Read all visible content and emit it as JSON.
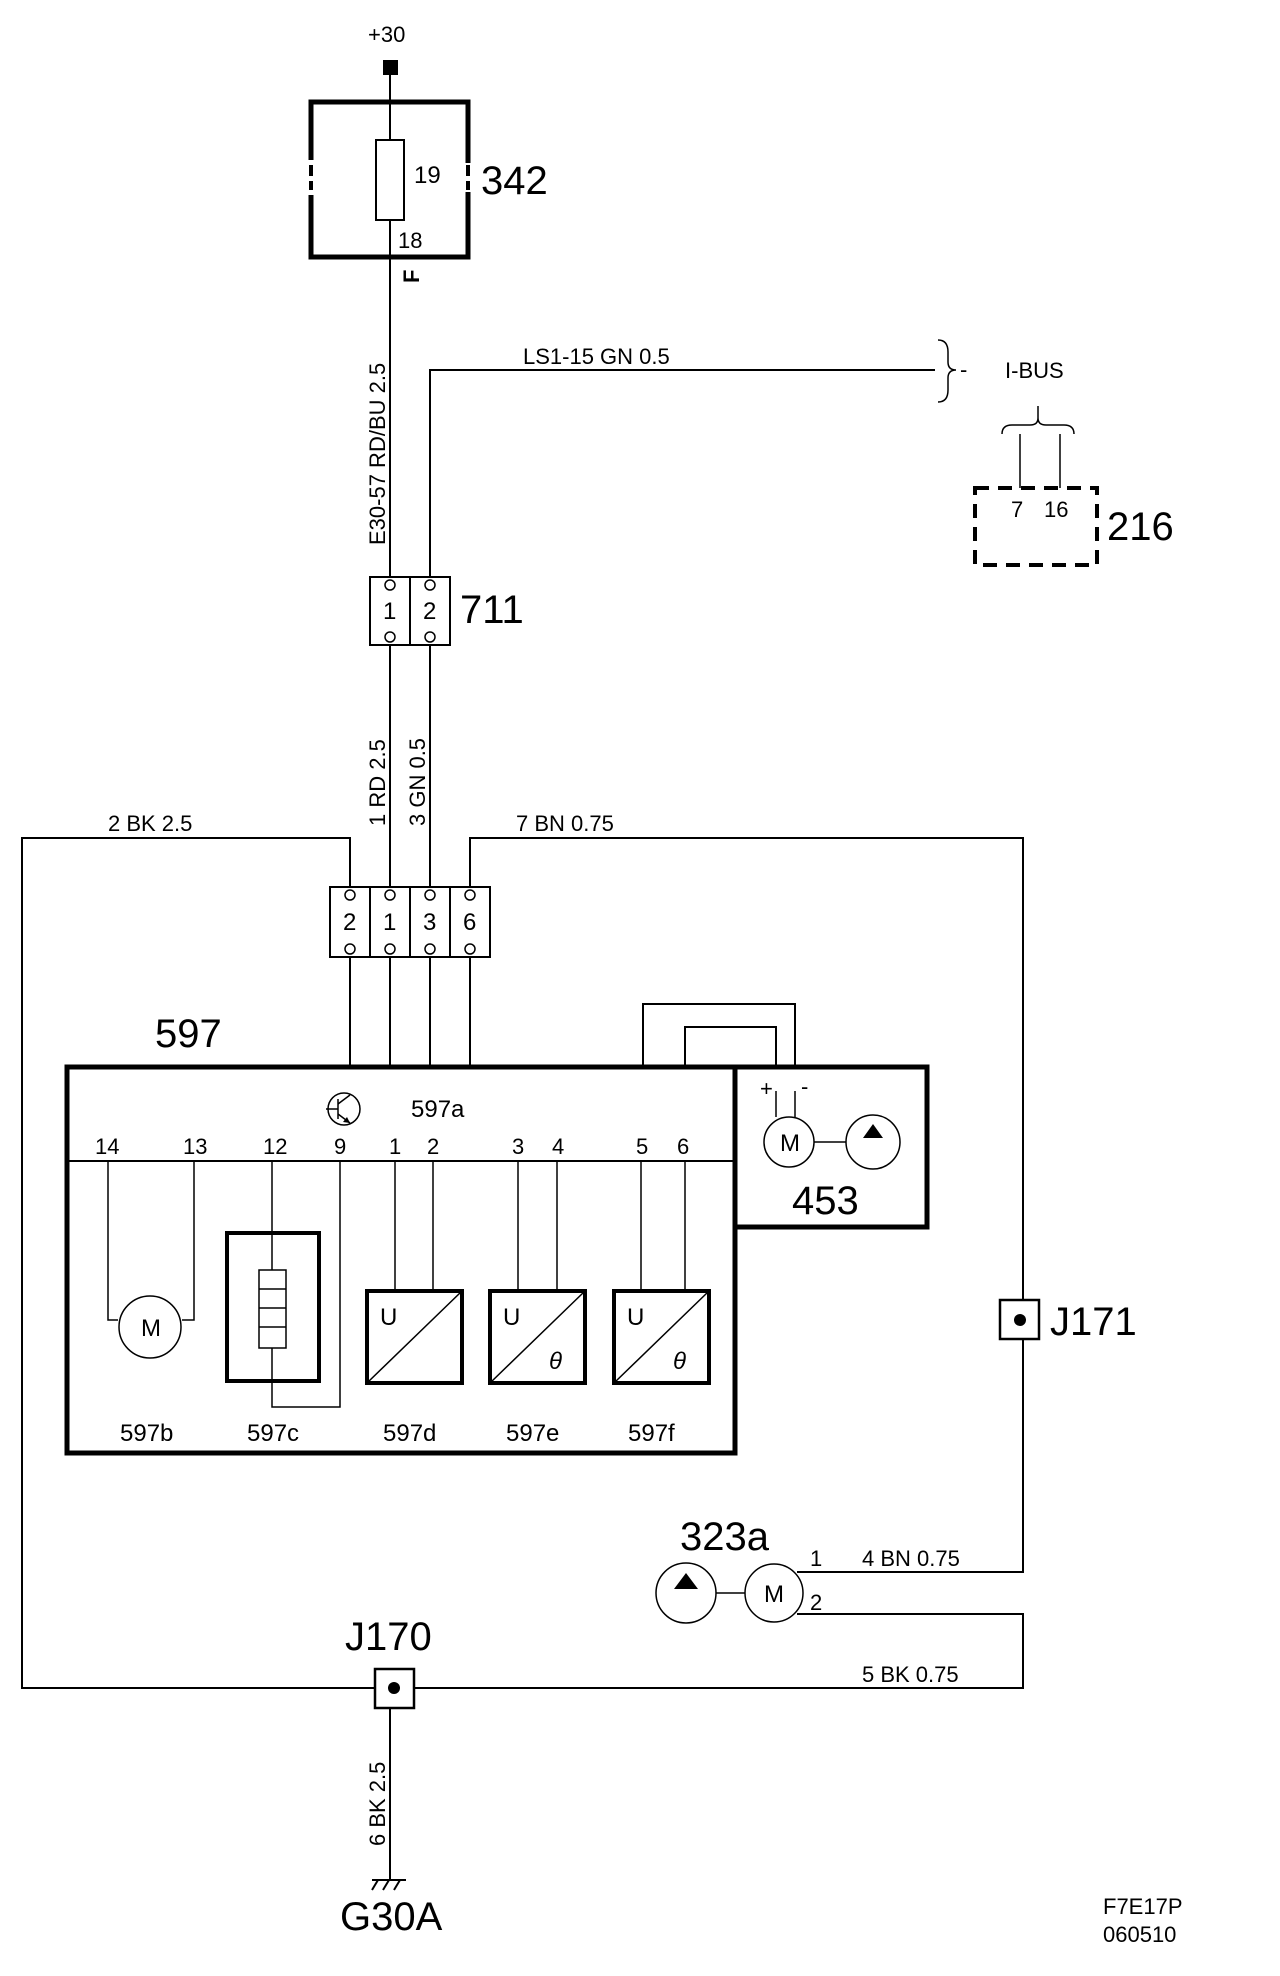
{
  "supply": {
    "label": "+30"
  },
  "fuse_block": {
    "id": "342",
    "fuse_number": "19",
    "pin": "18",
    "fuse_letter": "F"
  },
  "wire_e30": "E30-57  RD/BU  2.5",
  "wire_ls1": "LS1-15  GN   0.5",
  "ibus": {
    "label": "I-BUS",
    "marker": "-"
  },
  "module_216": {
    "id": "216",
    "pins": [
      "7",
      "16"
    ]
  },
  "connector_711": {
    "id": "711",
    "pins": [
      "1",
      "2"
    ]
  },
  "wire_rd": "1   RD  2.5",
  "wire_gn": "3   GN  0.5",
  "wire_bk_left": "2   BK   2.5",
  "wire_bn_top": "7   BN   0.75",
  "connector_597": {
    "pins": [
      "2",
      "1",
      "3",
      "6"
    ]
  },
  "unit_597": {
    "id": "597",
    "sub_label": "597a",
    "pins": [
      "14",
      "13",
      "12",
      "9",
      "1",
      "2",
      "3",
      "4",
      "5",
      "6"
    ],
    "components": [
      "597b",
      "597c",
      "597d",
      "597e",
      "597f"
    ],
    "motor_symbol": "M",
    "u_symbol": "U",
    "theta_symbol": "θ"
  },
  "pump_453": {
    "id": "453",
    "plus": "+",
    "minus": "-",
    "motor_symbol": "M"
  },
  "junction_j171": {
    "id": "J171"
  },
  "pump_323a": {
    "id": "323a",
    "motor_symbol": "M",
    "pin1": "1",
    "pin2": "2"
  },
  "wire_bn_pump": "4   BN   0.75",
  "wire_bk_pump": "5   BK   0.75",
  "junction_j170": {
    "id": "J170"
  },
  "wire_bk_ground": "6   BK  2.5",
  "ground": {
    "id": "G30A"
  },
  "drawing_ref": {
    "code": "F7E17P",
    "date": "060510"
  }
}
